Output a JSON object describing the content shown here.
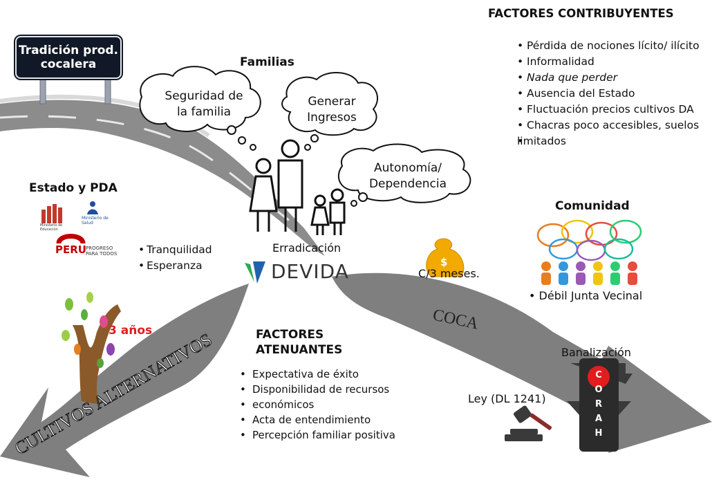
{
  "sign": {
    "line1": "Tradición prod.",
    "line2": "cocalera"
  },
  "familias": {
    "title": "Familias",
    "clouds": [
      {
        "line1": "Seguridad de",
        "line2": "la familia"
      },
      {
        "line1": "Generar",
        "line2": "Ingresos"
      },
      {
        "line1": "Autonomía/",
        "line2": "Dependencia"
      }
    ]
  },
  "factores_contribuyentes": {
    "title": "FACTORES CONTRIBUYENTES",
    "items": [
      "Pérdida de nociones lícito/ ilícito",
      "Informalidad",
      "Nada que perder",
      "Ausencia del Estado",
      "Fluctuación precios cultivos DA",
      "Chacras poco accesibles, suelos",
      "limitados"
    ]
  },
  "estado": {
    "title": "Estado y PDA",
    "logos": {
      "ministerio_educacion": "Ministerio de Educación",
      "ministerio_salud": "Ministerio de Salud",
      "peru": "PERU",
      "progreso_1": "PROGRESO",
      "progreso_2": "PARA TODOS"
    },
    "items": [
      "Tranquilidad",
      "Esperanza"
    ]
  },
  "erradicacion": {
    "label": "Erradicación",
    "devida": "DEVIDA"
  },
  "money": {
    "label": "C/3 meses.",
    "symbol": "$"
  },
  "comunidad": {
    "title": "Comunidad",
    "item": "Débil Junta Vecinal"
  },
  "tree": {
    "label": "3 años"
  },
  "arrows": {
    "left": "CULTIVOS ALTERNATIVOS",
    "right": "COCA"
  },
  "factores_atenuantes": {
    "title_line1": "FACTORES",
    "title_line2": "ATENUANTES",
    "items": [
      "Expectativa de éxito",
      "Disponibilidad de recursos",
      "económicos",
      "Acta de entendimiento",
      "Percepción familiar positiva"
    ]
  },
  "banalizacion": {
    "label": "Banalización",
    "letters": [
      "C",
      "O",
      "R",
      "A",
      "H"
    ]
  },
  "ley": {
    "label": "Ley (DL 1241)"
  },
  "colors": {
    "road": "#8c8c8c",
    "arrow": "#7f7f7f",
    "sign_bg": "#111827",
    "red": "#e11d1d",
    "devida_blue": "#1e63b0",
    "devida_green": "#2fa84f"
  }
}
